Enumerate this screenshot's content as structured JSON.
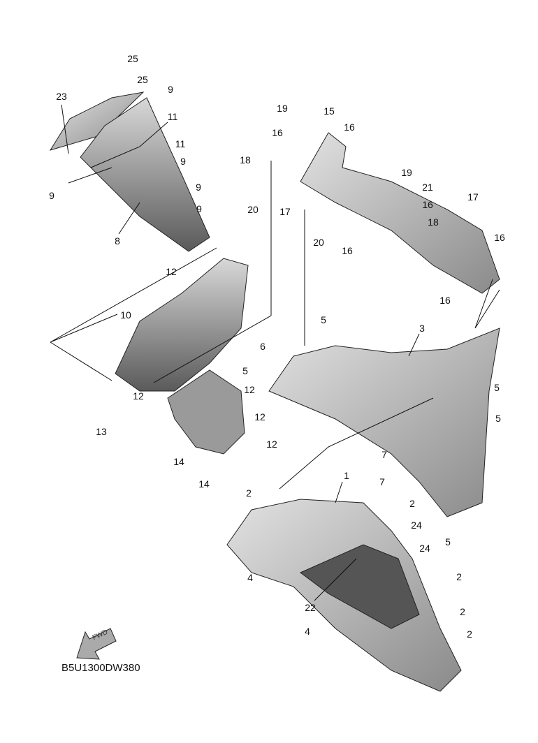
{
  "diagram_code": "B5U1300DW380",
  "fwd_label": "FWD",
  "callouts": [
    "25",
    "25",
    "23",
    "9",
    "11",
    "11",
    "9",
    "9",
    "9",
    "9",
    "8",
    "19",
    "15",
    "16",
    "16",
    "18",
    "19",
    "21",
    "20",
    "17",
    "16",
    "17",
    "18",
    "20",
    "16",
    "16",
    "16",
    "12",
    "10",
    "5",
    "3",
    "6",
    "5",
    "12",
    "12",
    "13",
    "12",
    "12",
    "14",
    "14",
    "5",
    "5",
    "7",
    "7",
    "1",
    "2",
    "2",
    "24",
    "24",
    "5",
    "4",
    "2",
    "22",
    "4",
    "2",
    "2"
  ],
  "colors": {
    "part_fill": "#c8c8c8",
    "part_dark": "#6e6e6e",
    "line": "#111111"
  }
}
